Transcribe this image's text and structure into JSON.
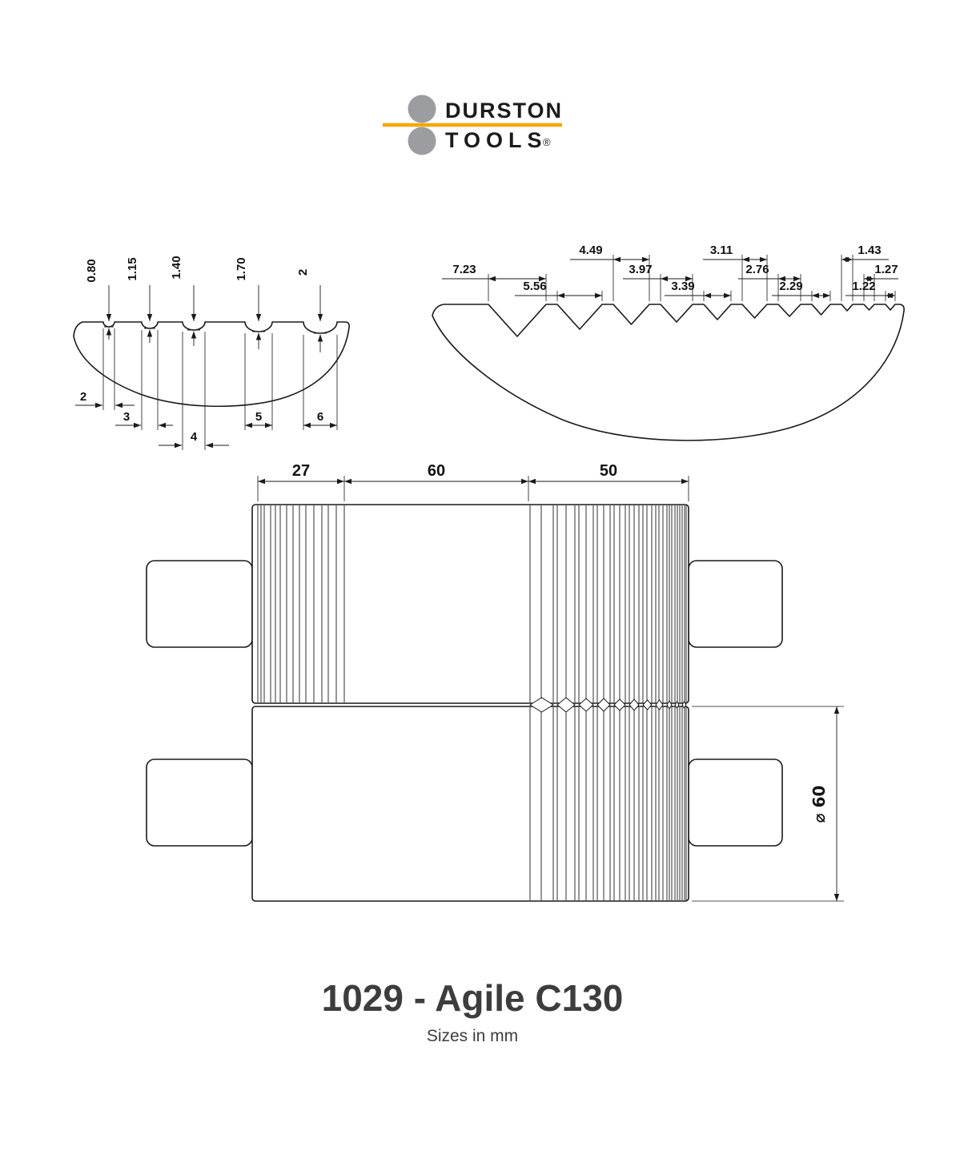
{
  "logo": {
    "line1": "DURSTON",
    "line2": "TOOLS",
    "reg": "®"
  },
  "left_profile": {
    "depth_labels": [
      "0.80",
      "1.15",
      "1.40",
      "1.70",
      "2"
    ],
    "width_labels": [
      "2",
      "3",
      "4",
      "5",
      "6"
    ]
  },
  "right_profile": {
    "width_labels": [
      "7.23",
      "5.56",
      "4.49",
      "3.97",
      "3.39",
      "3.11",
      "2.76",
      "2.29",
      "1.43",
      "1.27",
      "1.22"
    ]
  },
  "rollers": {
    "section_widths": [
      "27",
      "60",
      "50"
    ],
    "diameter": "⌀ 60"
  },
  "footer": {
    "title": "1029 - Agile C130",
    "subtitle": "Sizes in mm"
  },
  "colors": {
    "accent_orange": "#F7A600",
    "logo_gray": "#9B9DA0",
    "ink": "#1A1A1A",
    "title_gray": "#3D3D3D"
  }
}
